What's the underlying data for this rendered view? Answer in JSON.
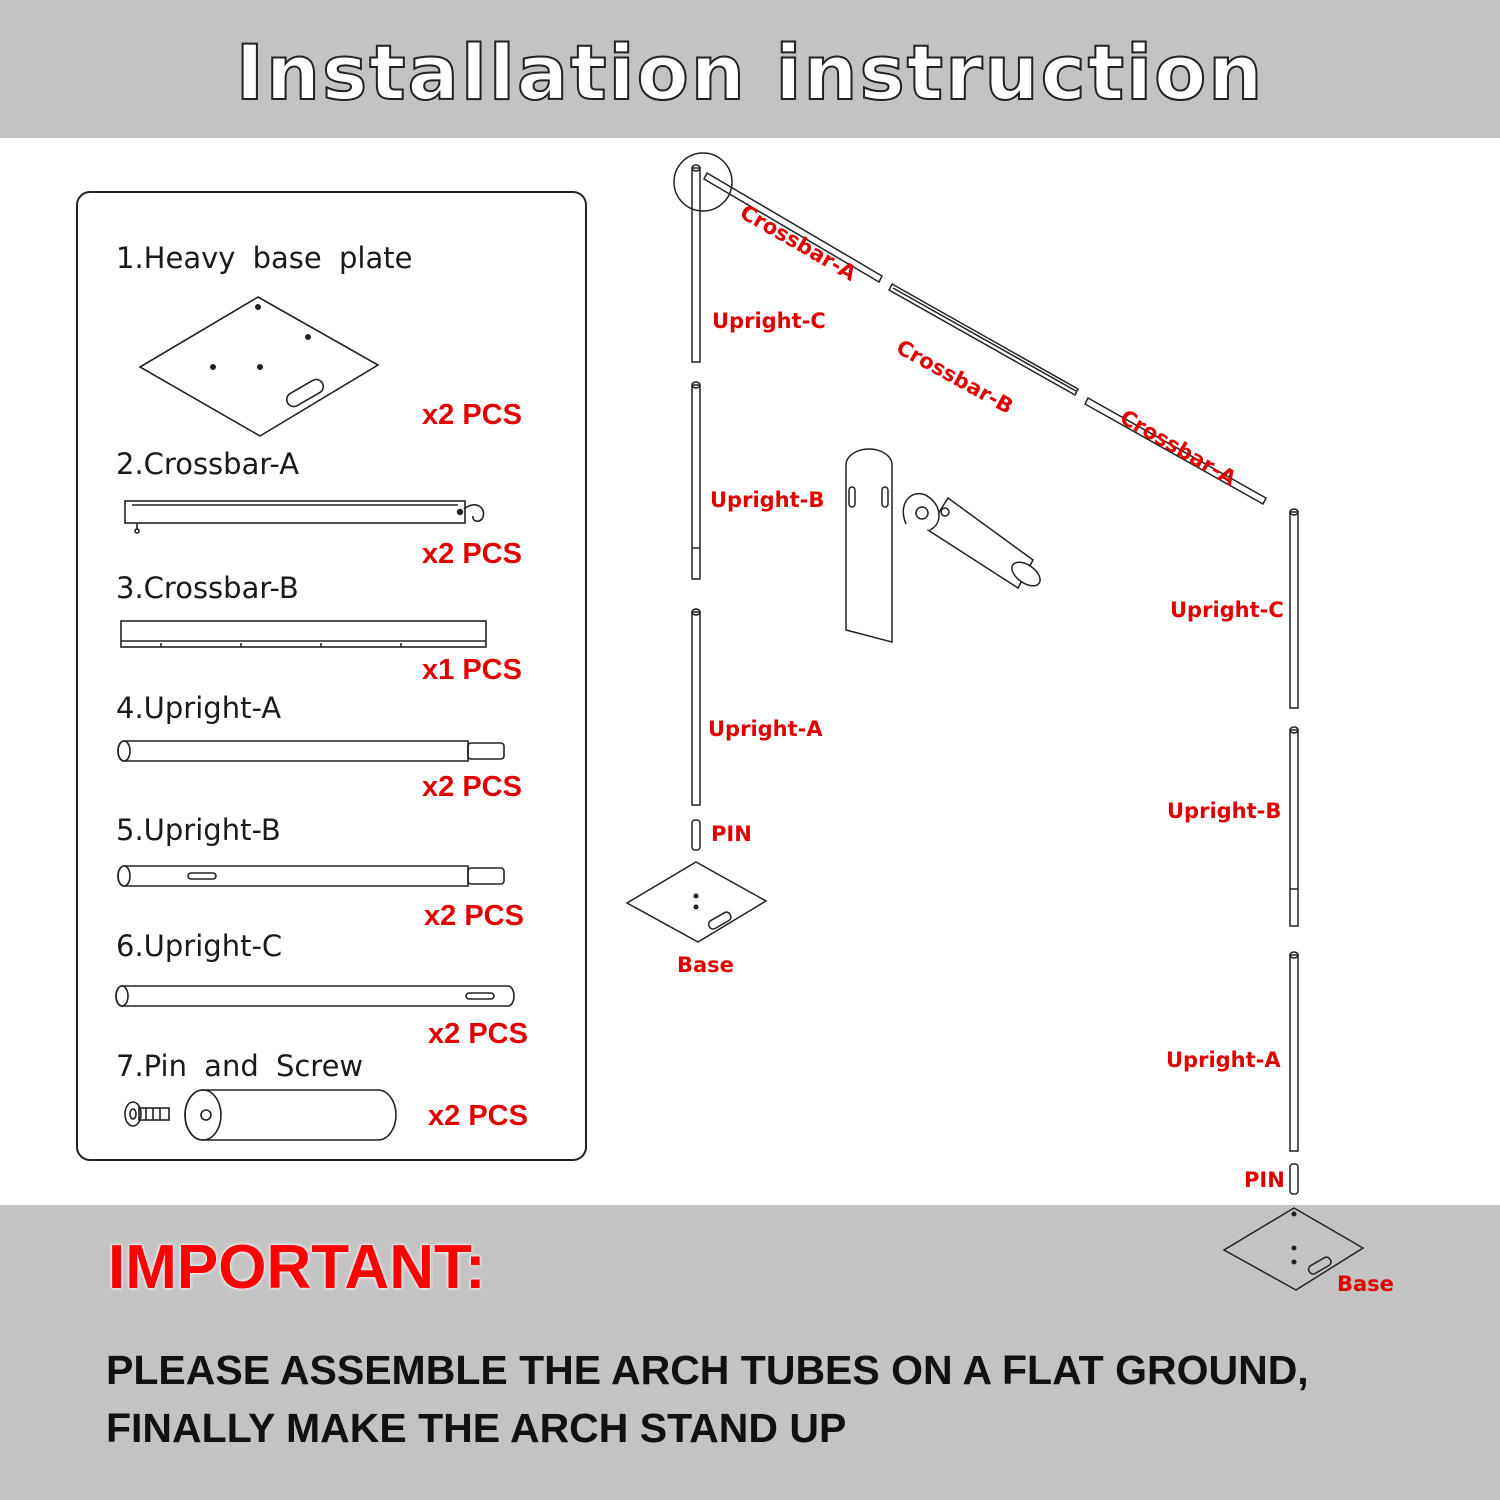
{
  "header": {
    "title": "Installation instruction"
  },
  "parts": [
    {
      "name": "1.Heavy base plate",
      "qty": "x2 PCS",
      "icon": "base-plate-icon"
    },
    {
      "name": "2.Crossbar-A",
      "qty": "x2 PCS",
      "icon": "crossbar-a-icon"
    },
    {
      "name": "3.Crossbar-B",
      "qty": "x1 PCS",
      "icon": "crossbar-b-icon"
    },
    {
      "name": "4.Upright-A",
      "qty": "x2 PCS",
      "icon": "upright-a-icon"
    },
    {
      "name": "5.Upright-B",
      "qty": "x2 PCS",
      "icon": "upright-b-icon"
    },
    {
      "name": "6.Upright-C",
      "qty": "x2 PCS",
      "icon": "upright-c-icon"
    },
    {
      "name": "7.Pin and Screw",
      "qty": "x2 PCS",
      "icon": "pin-and-screw-icon"
    }
  ],
  "diagram": {
    "labels": {
      "crossbar_a_left": "Crossbar-A",
      "crossbar_b": "Crossbar-B",
      "crossbar_a_right": "Crossbar-A",
      "left_upright_c": "Upright-C",
      "left_upright_b": "Upright-B",
      "left_upright_a": "Upright-A",
      "left_pin": "PIN",
      "left_base": "Base",
      "right_upright_c": "Upright-C",
      "right_upright_b": "Upright-B",
      "right_upright_a": "Upright-A",
      "right_pin": "PIN",
      "right_base": "Base"
    }
  },
  "footer": {
    "important": "IMPORTANT:",
    "line1": "PLEASE ASSEMBLE THE ARCH TUBES ON A FLAT GROUND,",
    "line2": "FINALLY MAKE THE ARCH STAND UP"
  },
  "colors": {
    "label_red": "#e00000",
    "important_red": "#ff0000",
    "band_gray": "#c3c3c3"
  }
}
